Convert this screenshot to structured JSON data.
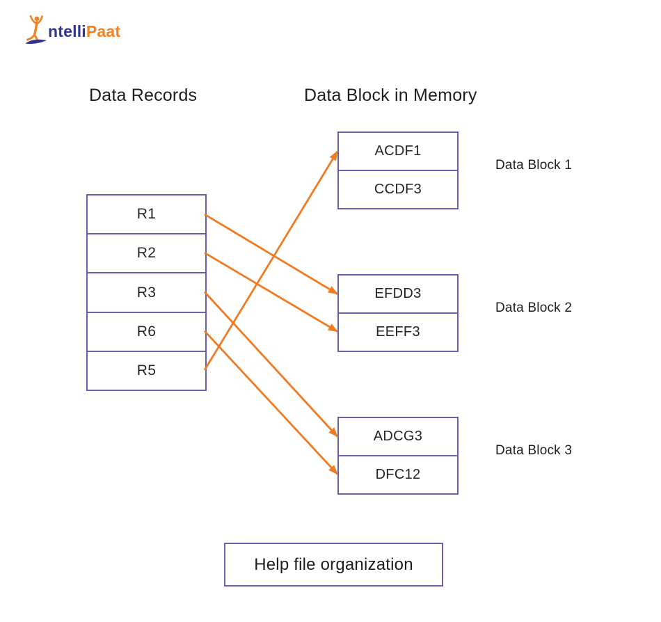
{
  "logo": {
    "brand_prefix": "ntelli",
    "brand_suffix": "Paat"
  },
  "headings": {
    "left": "Data Records",
    "right": "Data Block in Memory"
  },
  "records": [
    "R1",
    "R2",
    "R3",
    "R6",
    "R5"
  ],
  "blocks": [
    {
      "label": "Data Block 1",
      "cells": [
        "ACDF1",
        "CCDF3"
      ]
    },
    {
      "label": "Data Block 2",
      "cells": [
        "EFDD3",
        "EEFF3"
      ]
    },
    {
      "label": "Data Block 3",
      "cells": [
        "ADCG3",
        "DFC12"
      ]
    }
  ],
  "connections": [
    {
      "from": "R1",
      "to": "EFDD3"
    },
    {
      "from": "R2",
      "to": "EEFF3"
    },
    {
      "from": "R3",
      "to": "ADCG3"
    },
    {
      "from": "R6",
      "to": "DFC12"
    },
    {
      "from": "R5",
      "to": "ACDF1"
    }
  ],
  "caption": "Help file organization",
  "colors": {
    "accent_purple": "#6a5fae",
    "accent_orange": "#ef7b22",
    "logo_navy": "#33348e",
    "logo_orange": "#f58220",
    "text": "#1e1e1e"
  }
}
